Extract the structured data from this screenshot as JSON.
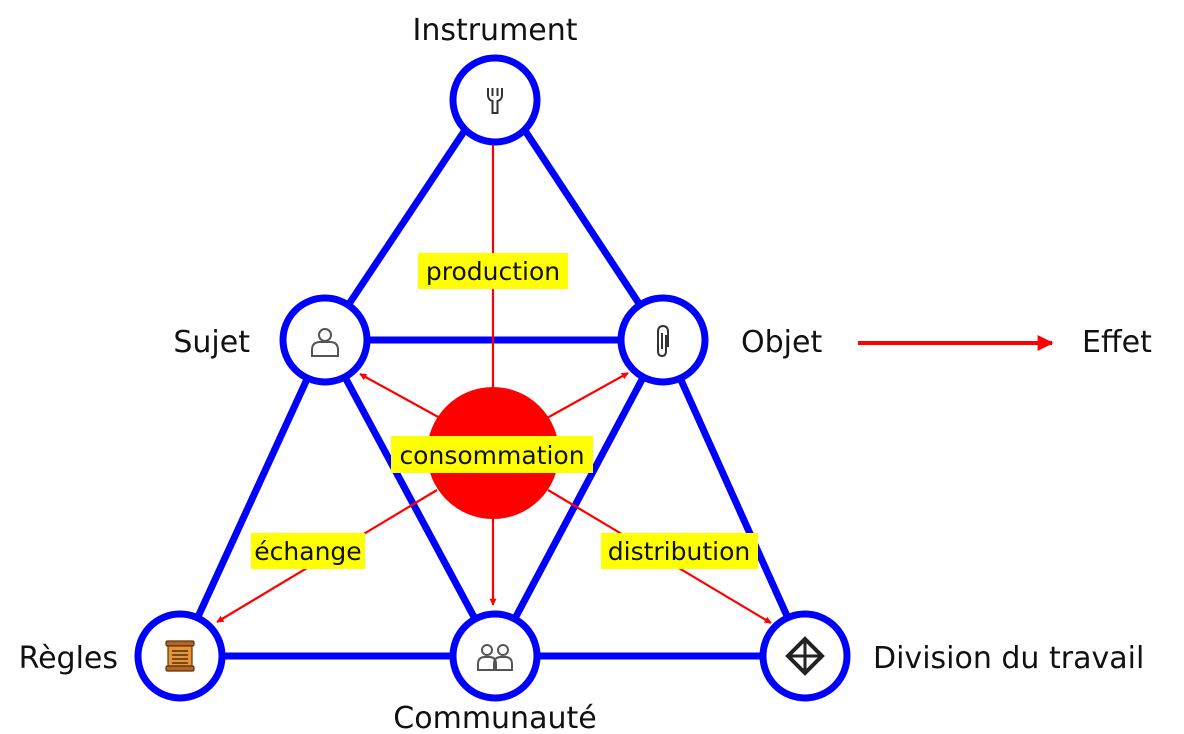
{
  "diagram": {
    "colors": {
      "edge": "#0000ff",
      "flow": "#ff0000",
      "hub": "#ff0000",
      "highlight": "#ffff00",
      "node_fill": "#ffffff"
    },
    "nodes": {
      "instrument": {
        "label": "Instrument",
        "icon": "wrench-icon"
      },
      "sujet": {
        "label": "Sujet",
        "icon": "person-icon"
      },
      "objet": {
        "label": "Objet",
        "icon": "paperclip-icon"
      },
      "regles": {
        "label": "Règles",
        "icon": "scroll-icon"
      },
      "communaute": {
        "label": "Communauté",
        "icon": "people-icon"
      },
      "division": {
        "label": "Division du travail",
        "icon": "diamond-cross-icon"
      }
    },
    "hub": {
      "label": "consommation"
    },
    "flows": {
      "production": "production",
      "echange": "échange",
      "distribution": "distribution"
    },
    "effect": {
      "label": "Effet"
    }
  }
}
